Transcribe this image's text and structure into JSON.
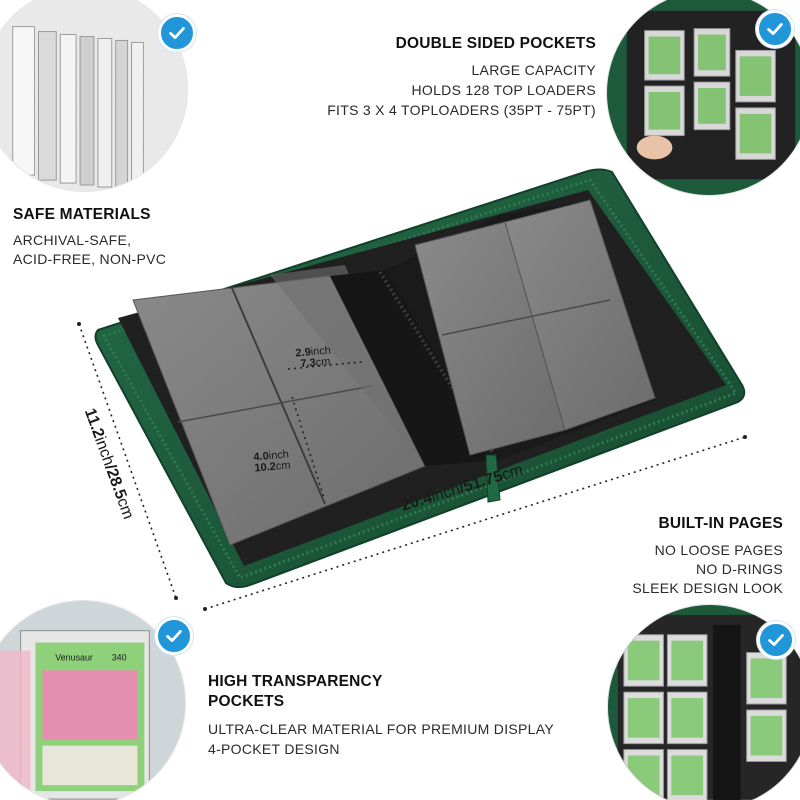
{
  "features": {
    "double_sided": {
      "title": "DOUBLE SIDED POCKETS",
      "lines": [
        "LARGE CAPACITY",
        "HOLDS 128 TOP LOADERS",
        "FITS 3 X 4 TOPLOADERS (35PT - 75PT)"
      ]
    },
    "safe_materials": {
      "title": "SAFE MATERIALS",
      "lines": [
        "ARCHIVAL-SAFE,",
        "ACID-FREE, NON-PVC"
      ]
    },
    "built_in_pages": {
      "title": "BUILT-IN PAGES",
      "lines": [
        "NO LOOSE PAGES",
        "NO D-RINGS",
        "SLEEK DESIGN LOOK"
      ]
    },
    "high_transparency": {
      "title_line1": "HIGH TRANSPARENCY",
      "title_line2": "POCKETS",
      "lines": [
        "ULTRA-CLEAR MATERIAL FOR PREMIUM DISPLAY",
        "4-POCKET DESIGN"
      ]
    }
  },
  "dimensions": {
    "pocket_width_in": "2.9",
    "pocket_width_in_unit": "inch",
    "pocket_width_cm": "7.3",
    "pocket_width_cm_unit": "cm",
    "pocket_height_in": "4.0",
    "pocket_height_in_unit": "inch",
    "pocket_height_cm": "10.2",
    "pocket_height_cm_unit": "cm",
    "height_in": "11.2",
    "height_in_unit": "inch",
    "height_cm": "28.5",
    "height_cm_unit": "cm",
    "width_in": "20.4",
    "width_in_unit": "inch",
    "width_cm": "51.75",
    "width_cm_unit": "cm",
    "separator": "/"
  },
  "colors": {
    "binder_green": "#1e5c3c",
    "page_black": "#1c1c1c",
    "pocket_gray": "#7a7a7a",
    "check_blue": "#2196d8"
  },
  "icons": [
    "check-icon",
    "binder-illustration",
    "pocket-photo"
  ]
}
